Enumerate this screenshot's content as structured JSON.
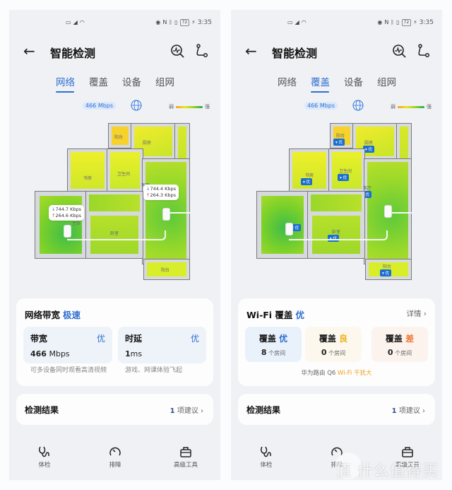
{
  "status_bar": {
    "time": "3:35",
    "battery": "72"
  },
  "header": {
    "title": "智能检测",
    "back_icon": "arrow-left-icon",
    "icons": [
      "scan-pulse-icon",
      "route-icon"
    ]
  },
  "tabs": [
    {
      "label": "网络"
    },
    {
      "label": "覆盖"
    },
    {
      "label": "设备"
    },
    {
      "label": "组网"
    }
  ],
  "map": {
    "speed": "466 Mbps",
    "legend": {
      "weak": "弱",
      "strong": "强"
    },
    "rooms": [
      "阳台",
      "厨房",
      "书房",
      "卫生间",
      "客厅",
      "卧室",
      "主卧",
      "阳台"
    ],
    "badge_label": "优",
    "routers": [
      {
        "down": "744.7 Kbps",
        "up": "264.6 Kbps"
      },
      {
        "down": "744.4 Kbps",
        "up": "264.3 Kbps"
      }
    ]
  },
  "left_screen": {
    "active_tab": "网络",
    "bandwidth_card": {
      "title": "网络带宽",
      "rating": "极速",
      "items": [
        {
          "label": "带宽",
          "grade": "优",
          "value_num": "466",
          "value_unit": " Mbps",
          "note": "可多设备同时观看高清视频"
        },
        {
          "label": "时延",
          "grade": "优",
          "value_num": "1",
          "value_unit": "ms",
          "note": "游戏、网课体验飞起"
        }
      ]
    },
    "result": {
      "title": "检测结果",
      "count": "1",
      "suffix": " 项建议 ›"
    }
  },
  "right_screen": {
    "active_tab": "覆盖",
    "coverage_card": {
      "title": "Wi-Fi 覆盖",
      "rating": "优",
      "detail": "详情 ›",
      "items": [
        {
          "label": "覆盖",
          "grade": "优",
          "grade_color": "#2f6fd0",
          "bg": "#e9f1fb",
          "count": "8",
          "unit": " 个房间"
        },
        {
          "label": "覆盖",
          "grade": "良",
          "grade_color": "#f0b020",
          "bg": "#fcf8ee",
          "count": "0",
          "unit": " 个房间"
        },
        {
          "label": "覆盖",
          "grade": "差",
          "grade_color": "#f07a3a",
          "bg": "#fcf3ee",
          "count": "0",
          "unit": " 个房间"
        }
      ],
      "footer_prefix": "华为路由 Q6 ",
      "footer_warn": "Wi-Fi 干扰大"
    },
    "result": {
      "title": "检测结果",
      "count": "1",
      "suffix": " 项建议 ›"
    }
  },
  "bottom_nav": [
    {
      "label": "体检",
      "icon": "stethoscope-icon"
    },
    {
      "label": "排障",
      "icon": "gauge-icon"
    },
    {
      "label": "高级工具",
      "icon": "toolbox-icon"
    }
  ],
  "watermark": "值 什么值得买"
}
